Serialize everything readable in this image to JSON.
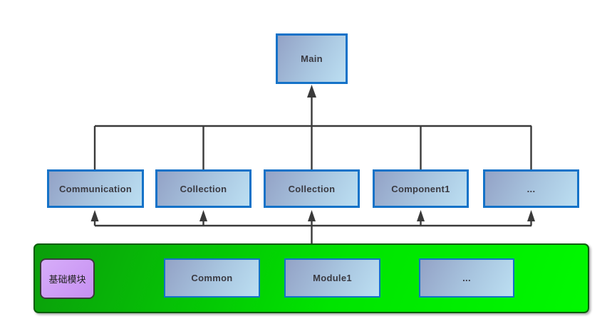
{
  "colors": {
    "node_border": "#1472c8",
    "node_fill_dark": "#93a2c6",
    "node_fill_light": "#bcdff2",
    "node_text": "#3a3a42",
    "connector": "#3a3a3a",
    "base_fill_dark": "#0b9e0b",
    "base_fill_bright": "#00f800",
    "base_border": "#0a5c0a",
    "special_fill": "#c690f1",
    "special_border": "#3a3a3a"
  },
  "main_box": {
    "label": "Main"
  },
  "middle_row": [
    {
      "label": "Communication"
    },
    {
      "label": "Collection"
    },
    {
      "label": "Collection"
    },
    {
      "label": "Component1"
    },
    {
      "label": "..."
    }
  ],
  "base_layer": {
    "special_box": {
      "label": "基础模块"
    },
    "boxes": [
      {
        "label": "Common"
      },
      {
        "label": "Module1"
      },
      {
        "label": "..."
      }
    ]
  }
}
